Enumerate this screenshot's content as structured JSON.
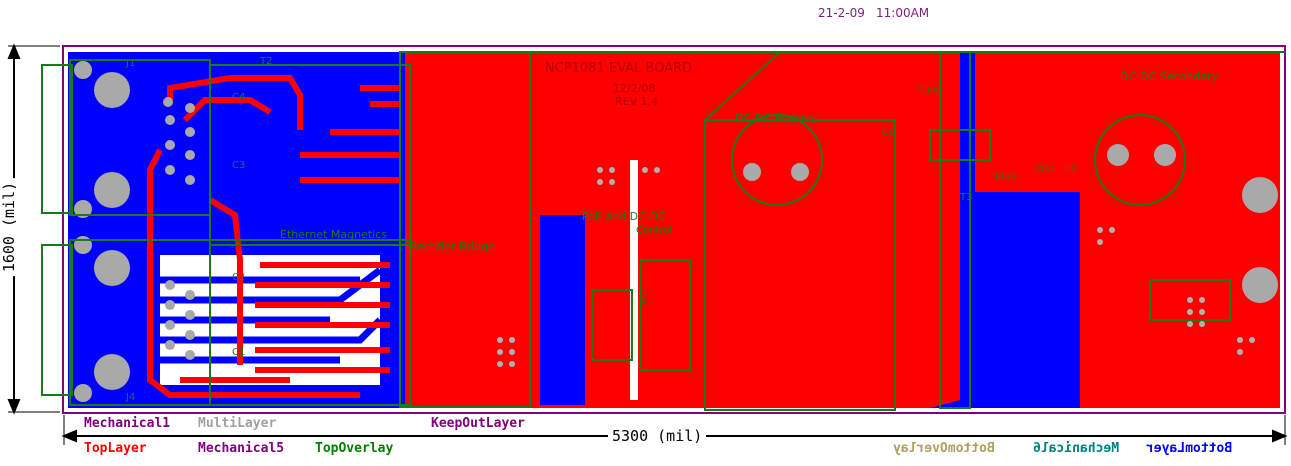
{
  "header": {
    "date": "21-2-09",
    "time": "11:00AM"
  },
  "board": {
    "title": "NCP1081 EVAL BOARD",
    "date_line": "12/2/08",
    "rev_line": "REV 1.4",
    "sections": {
      "primary": "DC-DC Primary",
      "secondary": "DC-DC Secondary",
      "ethernet": "Ethernet Magnetics",
      "rectifier": "Rectifier Bridge",
      "poe": "PoE and DC-DC",
      "control": "Control"
    },
    "refdes": {
      "j1": "J1",
      "j4": "J4",
      "t2": "T2",
      "t3": "T3",
      "c1": "C1",
      "c2": "C2",
      "c3": "C3",
      "c4": "C4",
      "cgnd": "Cgnd",
      "rfb3": "Rfb3",
      "cfb1": "Cfb1",
      "u3": "U3",
      "cs": "Cs",
      "css": "Css"
    }
  },
  "dimensions": {
    "height": "1600 (mil)",
    "width": "5300 (mil)"
  },
  "layers": {
    "mechanical1": "Mechanical1",
    "multilayer": "MultiLayer",
    "keepout": "KeepOutLayer",
    "toplayer": "TopLayer",
    "mechanical5": "Mechanical5",
    "topoverlay": "TopOverlay",
    "bottomoverlay": "BottomOverlay",
    "mechanical6": "Mechanical6",
    "bottomlayer": "BottomLayer"
  },
  "colors": {
    "toplayer": "#ff0000",
    "bottomlayer": "#0000ff",
    "topoverlay": "#008000",
    "multilayer": "#a0a0a0",
    "mechanical": "#800080",
    "bottomoverlay": "#b0a060",
    "mechanical6": "#008080"
  }
}
